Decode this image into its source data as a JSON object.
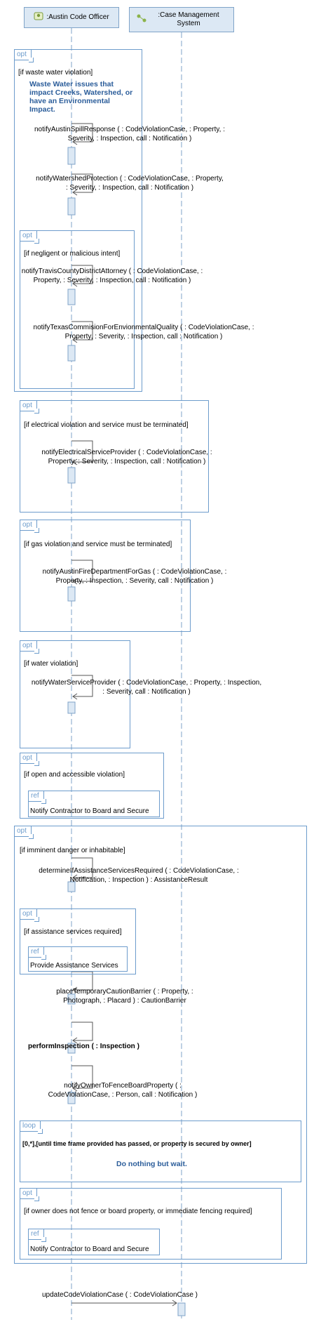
{
  "lifelines": [
    {
      "label": ":Austin Code Officer",
      "icon": "actor-class-icon"
    },
    {
      "label": ":Case Management System",
      "icon": "component-icon"
    }
  ],
  "fragments": {
    "f1": {
      "tag": "opt",
      "guard": "[if waste water violation]",
      "note": "Waste Water issues that impact Creeks, Watershed, or have an Environmental Impact.",
      "msg1": "notifyAustinSpillResponse (  : CodeViolationCase,   : Property,   : Severity,   : Inspection, call : Notification )",
      "msg2": "notifyWatershedProtection (  : CodeViolationCase,   : Property,   : Severity,   : Inspection, call : Notification )"
    },
    "f1a": {
      "tag": "opt",
      "guard": "[if negligent or malicious intent]",
      "msg1": "notifyTravisCountyDistrictAttorney (  : CodeViolationCase,   : Property,   : Severity,   : Inspection, call : Notification )",
      "msg2": "notifyTexasCommisionForEnvionmentalQuality (  : CodeViolationCase,   : Property,   : Severity,   : Inspection, call : Notification )"
    },
    "f2": {
      "tag": "opt",
      "guard": "[if electrical violation and service must be terminated]",
      "msg1": "notifyElectricalServiceProvider (  : CodeViolationCase,   : Property,   : Severity,   : Inspection, call : Notification )"
    },
    "f3": {
      "tag": "opt",
      "guard": "[if gas violation and service must be terminated]",
      "msg1": "notifyAustinFireDepartmentForGas (  : CodeViolationCase,   : Property,   : Inspection,   : Severity, call : Notification )"
    },
    "f4": {
      "tag": "opt",
      "guard": "[if water violation]",
      "msg1": "notifyWaterServiceProvider (  : CodeViolationCase,   : Property,   : Inspection,   : Severity, call : Notification )"
    },
    "f5": {
      "tag": "opt",
      "guard": "[if open and accessible violation]",
      "ref_tag": "ref",
      "ref_label": "Notify Contractor to Board and Secure"
    },
    "f6": {
      "tag": "opt",
      "guard": "[if imminent danger or inhabitable]",
      "msg1": "determineIfAssistanceServicesRequired (  : CodeViolationCase,   : Notification,   : Inspection ) : AssistanceResult",
      "msg2": "placeTemporaryCautionBarrier (  : Property,   : Photograph,   : Placard ) : CautionBarrier",
      "msg3": "performInspection (  : Inspection )",
      "msg4": "notifyOwnerToFenceBoardProperty (  : CodeViolationCase,   : Person, call : Notification )"
    },
    "f6a": {
      "tag": "opt",
      "guard": "[if assistance services required]",
      "ref_tag": "ref",
      "ref_label": "Provide Assistance Services"
    },
    "f6b": {
      "tag": "loop",
      "guard": "[0,*],[until time frame provided has passed, or property is secured by owner]",
      "note": "Do nothing but wait."
    },
    "f6c": {
      "tag": "opt",
      "guard": "[if owner does not fence or board property, or immediate fencing required]",
      "ref_tag": "ref",
      "ref_label": "Notify Contractor to Board and Secure"
    }
  },
  "final_msg": "updateCodeViolationCase (  : CodeViolationCase )"
}
